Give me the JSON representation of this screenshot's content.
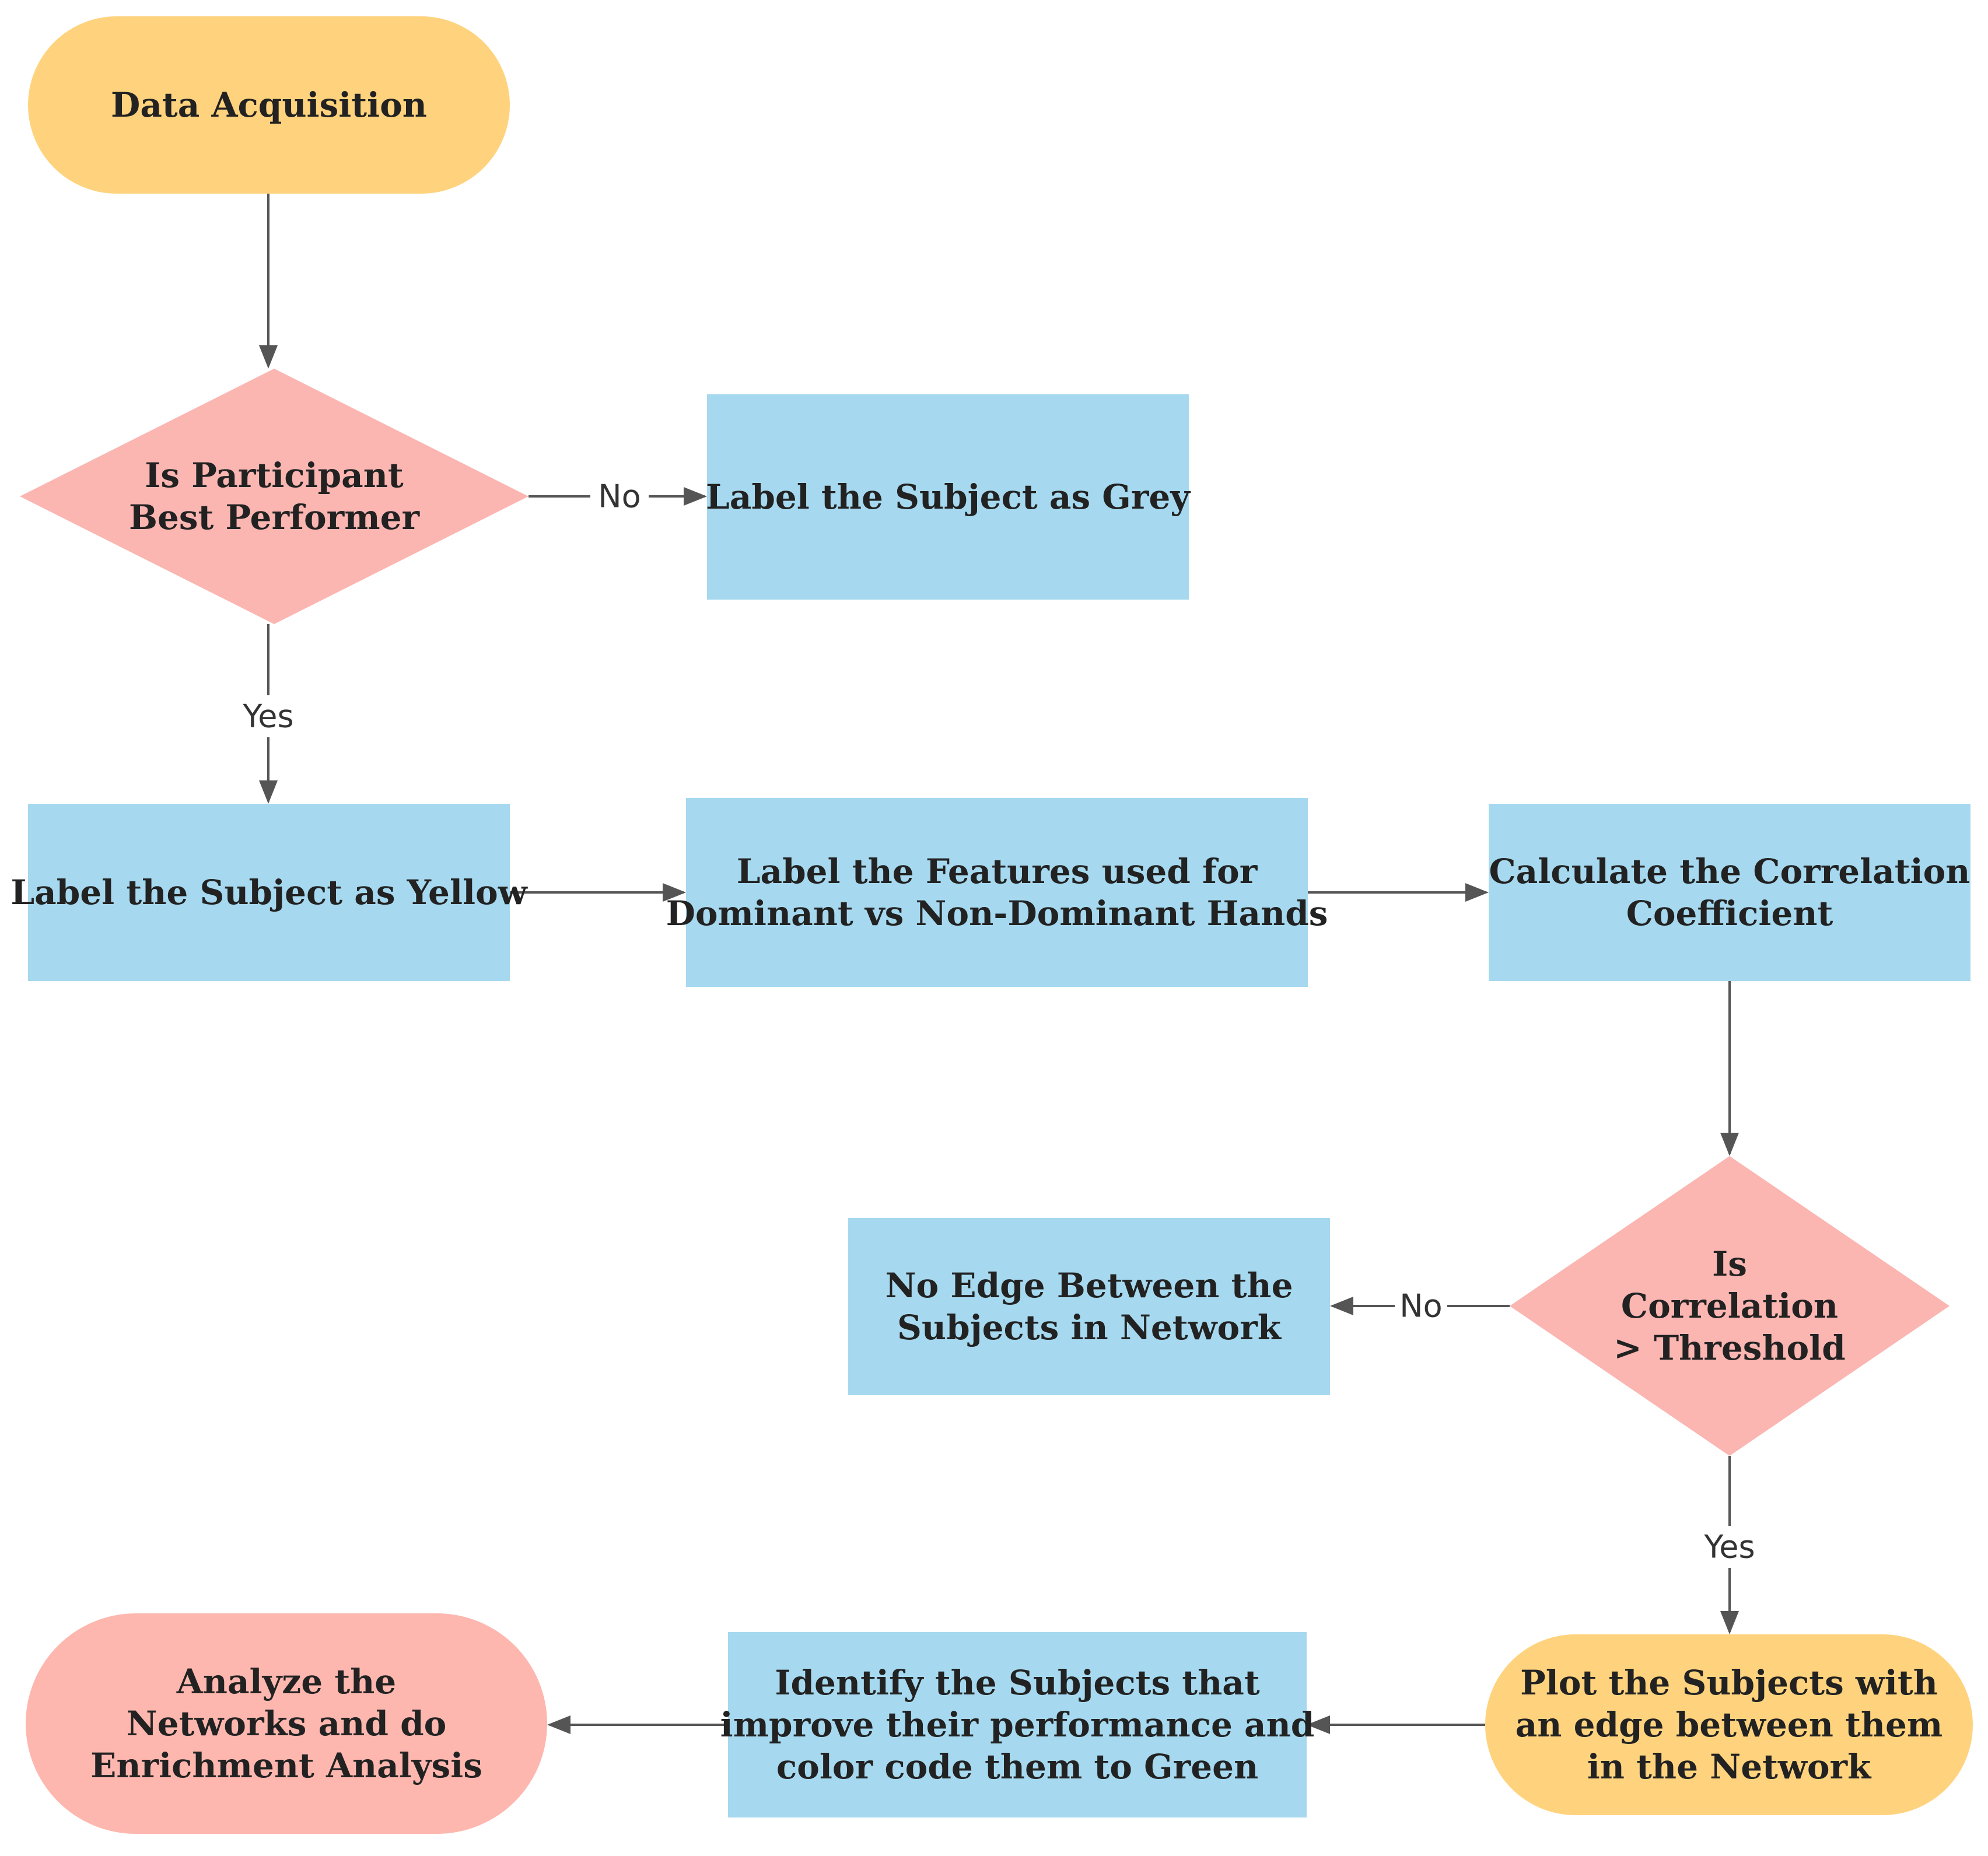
{
  "colors": {
    "terminal_yellow": "#FFD37E",
    "terminal_pink": "#FDB7AF",
    "decision_pink": "#FBB6B2",
    "process_blue": "#A6D9EF",
    "line": "#555555",
    "text": "#222222"
  },
  "nodes": {
    "data_acquisition": {
      "shape": "terminal",
      "lines": [
        "Data Acquisition"
      ]
    },
    "best_performer": {
      "shape": "decision",
      "lines": [
        "Is Participant",
        "Best Performer"
      ]
    },
    "label_grey": {
      "shape": "process",
      "lines": [
        "Label the Subject as Grey"
      ]
    },
    "label_yellow": {
      "shape": "process",
      "lines": [
        "Label the Subject as Yellow"
      ]
    },
    "label_features": {
      "shape": "process",
      "lines": [
        "Label the Features used for",
        "Dominant vs Non-Dominant Hands"
      ]
    },
    "calc_correlation": {
      "shape": "process",
      "lines": [
        "Calculate the Correlation",
        "Coefficient"
      ]
    },
    "correlation_threshold": {
      "shape": "decision",
      "lines": [
        "Is",
        "Correlation",
        "> Threshold"
      ]
    },
    "no_edge": {
      "shape": "process",
      "lines": [
        "No Edge Between the",
        "Subjects in Network"
      ]
    },
    "plot_subjects": {
      "shape": "terminal",
      "lines": [
        "Plot the Subjects with",
        "an edge between them",
        "in the Network"
      ]
    },
    "identify_subjects": {
      "shape": "process",
      "lines": [
        "Identify the Subjects that",
        "improve their performance and",
        "color code them to Green"
      ]
    },
    "analyze_networks": {
      "shape": "terminal",
      "lines": [
        "Analyze the",
        "Networks and do",
        "Enrichment Analysis"
      ]
    }
  },
  "edges": [
    {
      "from": "data_acquisition",
      "to": "best_performer",
      "label": ""
    },
    {
      "from": "best_performer",
      "to": "label_grey",
      "label": "No"
    },
    {
      "from": "best_performer",
      "to": "label_yellow",
      "label": "Yes"
    },
    {
      "from": "label_yellow",
      "to": "label_features",
      "label": ""
    },
    {
      "from": "label_features",
      "to": "calc_correlation",
      "label": ""
    },
    {
      "from": "calc_correlation",
      "to": "correlation_threshold",
      "label": ""
    },
    {
      "from": "correlation_threshold",
      "to": "no_edge",
      "label": "No"
    },
    {
      "from": "correlation_threshold",
      "to": "plot_subjects",
      "label": "Yes"
    },
    {
      "from": "plot_subjects",
      "to": "identify_subjects",
      "label": ""
    },
    {
      "from": "identify_subjects",
      "to": "analyze_networks",
      "label": ""
    }
  ]
}
